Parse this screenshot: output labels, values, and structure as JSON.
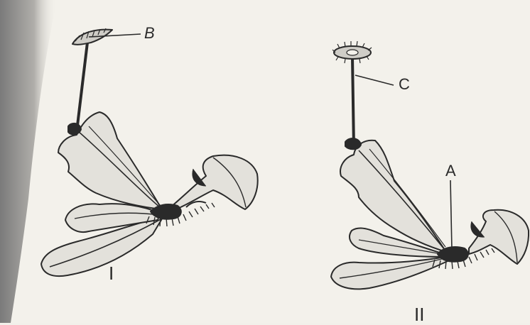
{
  "figure": {
    "labels": {
      "b": "B",
      "c": "C",
      "a": "A",
      "plant1": "I",
      "plant2": "II"
    },
    "colors": {
      "paper": "#f3f1eb",
      "ink": "#2a2a2a",
      "leaf_fill": "#e3e1db",
      "shadow": "#8a8a8a"
    }
  }
}
